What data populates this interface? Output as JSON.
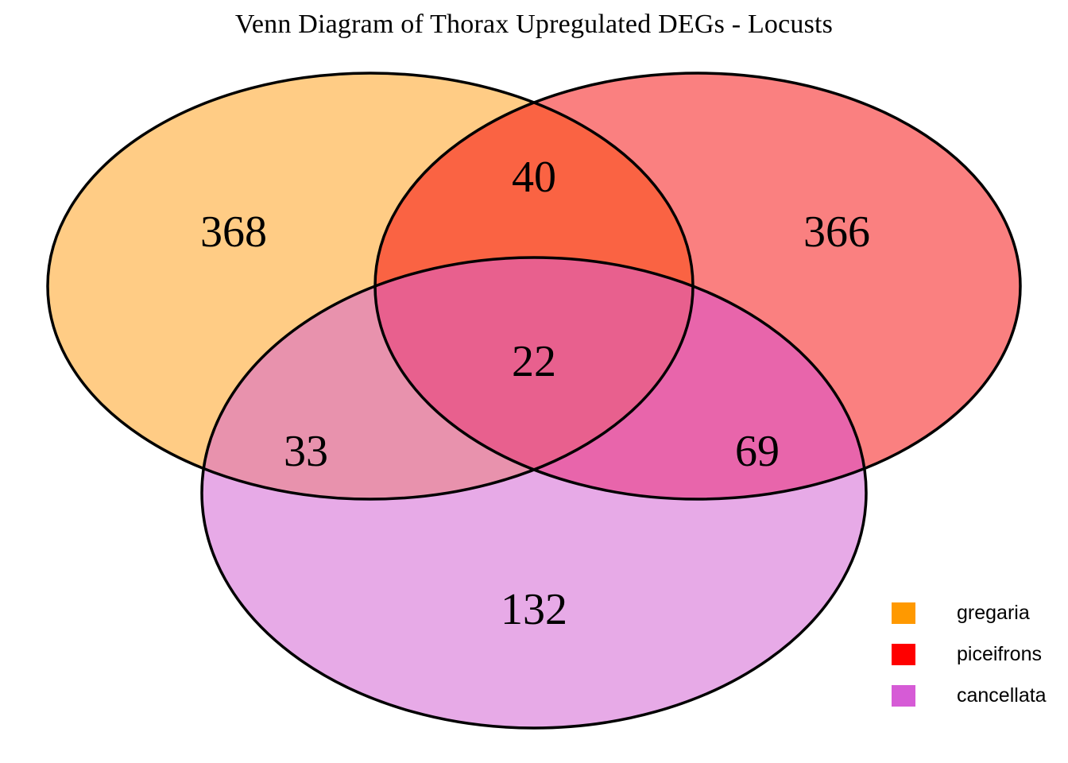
{
  "figure": {
    "title": "Venn Diagram of Thorax Upregulated DEGs - Locusts",
    "background": "#ffffff",
    "outline_color": "#000000"
  },
  "chart_data": {
    "type": "venn",
    "title": "Venn Diagram of Thorax Upregulated DEGs - Locusts",
    "sets": [
      "gregaria",
      "piceifrons",
      "cancellata"
    ],
    "set_colors": [
      "#FF9900",
      "#FF0000",
      "#D65BD6"
    ],
    "regions": [
      {
        "id": "gregaria-only",
        "sets": [
          "gregaria"
        ],
        "value": 368,
        "fill": "#FFCC85"
      },
      {
        "id": "piceifrons-only",
        "sets": [
          "piceifrons"
        ],
        "value": 366,
        "fill": "#FA8080"
      },
      {
        "id": "cancellata-only",
        "sets": [
          "cancellata"
        ],
        "value": 132,
        "fill": "#E7AAE7"
      },
      {
        "id": "gregaria-piceifrons",
        "sets": [
          "gregaria",
          "piceifrons"
        ],
        "value": 40,
        "fill": "#FA6343"
      },
      {
        "id": "gregaria-cancellata",
        "sets": [
          "gregaria",
          "cancellata"
        ],
        "value": 33,
        "fill": "#E892AD"
      },
      {
        "id": "piceifrons-cancellata",
        "sets": [
          "piceifrons",
          "cancellata"
        ],
        "value": 69,
        "fill": "#E865AB"
      },
      {
        "id": "all-three",
        "sets": [
          "gregaria",
          "piceifrons",
          "cancellata"
        ],
        "value": 22,
        "fill": "#E8608E"
      }
    ],
    "labels": {
      "gregaria_only": "368",
      "piceifrons_only": "366",
      "cancellata_only": "132",
      "gregaria_piceifrons": "40",
      "gregaria_cancellata": "33",
      "piceifrons_cancellata": "69",
      "all_three": "22"
    },
    "legend": {
      "position": "bottom-right",
      "entries": [
        {
          "label": "gregaria",
          "color": "#FF9900"
        },
        {
          "label": "piceifrons",
          "color": "#FF0000"
        },
        {
          "label": "cancellata",
          "color": "#D65BD6"
        }
      ]
    }
  }
}
